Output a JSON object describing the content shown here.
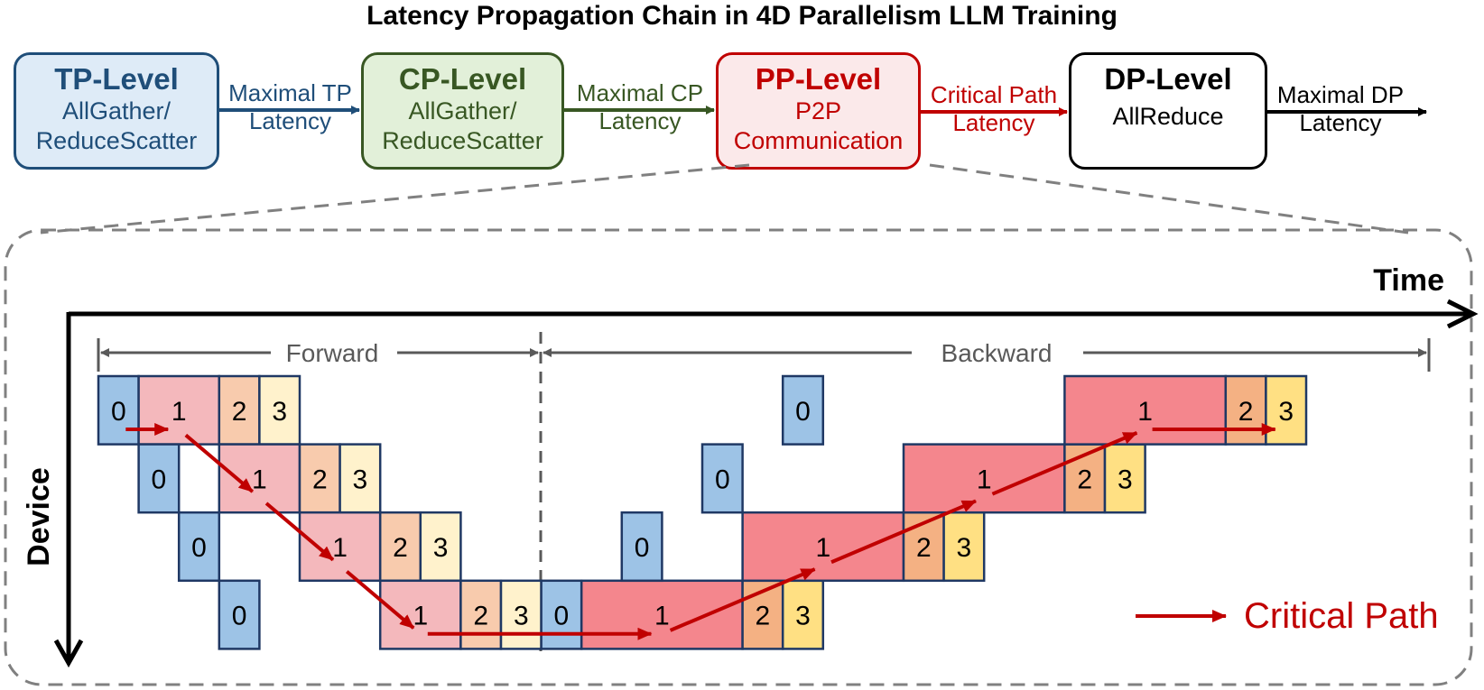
{
  "title": "Latency Propagation Chain in 4D Parallelism LLM Training",
  "levels": [
    {
      "head": "TP-Level",
      "body": "AllGather/\nReduceScatter",
      "color": "#1f4e79",
      "fill": "#deebf7"
    },
    {
      "head": "CP-Level",
      "body": "AllGather/\nReduceScatter",
      "color": "#385723",
      "fill": "#e2f0d9"
    },
    {
      "head": "PP-Level",
      "body": "P2P\nCommunication",
      "color": "#c00000",
      "fill": "#fbe9ea"
    },
    {
      "head": "DP-Level",
      "body": "AllReduce",
      "color": "#000000",
      "fill": "#ffffff"
    }
  ],
  "edges": [
    {
      "label": "Maximal TP\nLatency",
      "color": "#1f4e79"
    },
    {
      "label": "Maximal CP\nLatency",
      "color": "#385723"
    },
    {
      "label": "Critical Path\nLatency",
      "color": "#c00000"
    },
    {
      "label": "Maximal DP\nLatency",
      "color": "#000000"
    }
  ],
  "axes": {
    "time": "Time",
    "device": "Device"
  },
  "phases": {
    "forward": "Forward",
    "backward": "Backward"
  },
  "legend": {
    "label": "Critical Path",
    "color": "#c00000"
  },
  "pipeline": {
    "colors": {
      "f0": "#9dc3e6",
      "f1": "#f4b8bc",
      "f2": "#f8cbad",
      "f3": "#fff2cc",
      "b0": "#9dc3e6",
      "b1": "#f4868d",
      "b2": "#f4b183",
      "b3": "#ffe083"
    },
    "cells": [
      {
        "device": 0,
        "slot": 0.0,
        "width": 1,
        "label": "0",
        "kind": "f0"
      },
      {
        "device": 0,
        "slot": 1.0,
        "width": 2,
        "label": "1",
        "kind": "f1"
      },
      {
        "device": 0,
        "slot": 3.0,
        "width": 1,
        "label": "2",
        "kind": "f2"
      },
      {
        "device": 0,
        "slot": 4.0,
        "width": 1,
        "label": "3",
        "kind": "f3"
      },
      {
        "device": 1,
        "slot": 1.0,
        "width": 1,
        "label": "0",
        "kind": "f0"
      },
      {
        "device": 1,
        "slot": 3.0,
        "width": 2,
        "label": "1",
        "kind": "f1"
      },
      {
        "device": 1,
        "slot": 5.0,
        "width": 1,
        "label": "2",
        "kind": "f2"
      },
      {
        "device": 1,
        "slot": 6.0,
        "width": 1,
        "label": "3",
        "kind": "f3"
      },
      {
        "device": 2,
        "slot": 2.0,
        "width": 1,
        "label": "0",
        "kind": "f0"
      },
      {
        "device": 2,
        "slot": 5.0,
        "width": 2,
        "label": "1",
        "kind": "f1"
      },
      {
        "device": 2,
        "slot": 7.0,
        "width": 1,
        "label": "2",
        "kind": "f2"
      },
      {
        "device": 2,
        "slot": 8.0,
        "width": 1,
        "label": "3",
        "kind": "f3"
      },
      {
        "device": 3,
        "slot": 3.0,
        "width": 1,
        "label": "0",
        "kind": "f0"
      },
      {
        "device": 3,
        "slot": 7.0,
        "width": 2,
        "label": "1",
        "kind": "f1"
      },
      {
        "device": 3,
        "slot": 9.0,
        "width": 1,
        "label": "2",
        "kind": "f2"
      },
      {
        "device": 3,
        "slot": 10.0,
        "width": 1,
        "label": "3",
        "kind": "f3"
      },
      {
        "device": 3,
        "slot": 11.0,
        "width": 1,
        "label": "0",
        "kind": "b0"
      },
      {
        "device": 3,
        "slot": 12.0,
        "width": 4,
        "label": "1",
        "kind": "b1"
      },
      {
        "device": 3,
        "slot": 16.0,
        "width": 1,
        "label": "2",
        "kind": "b2"
      },
      {
        "device": 3,
        "slot": 17.0,
        "width": 1,
        "label": "3",
        "kind": "b3"
      },
      {
        "device": 2,
        "slot": 13.0,
        "width": 1,
        "label": "0",
        "kind": "b0"
      },
      {
        "device": 2,
        "slot": 16.0,
        "width": 4,
        "label": "1",
        "kind": "b1"
      },
      {
        "device": 2,
        "slot": 20.0,
        "width": 1,
        "label": "2",
        "kind": "b2"
      },
      {
        "device": 2,
        "slot": 21.0,
        "width": 1,
        "label": "3",
        "kind": "b3"
      },
      {
        "device": 1,
        "slot": 15.0,
        "width": 1,
        "label": "0",
        "kind": "b0"
      },
      {
        "device": 1,
        "slot": 20.0,
        "width": 4,
        "label": "1",
        "kind": "b1"
      },
      {
        "device": 1,
        "slot": 24.0,
        "width": 1,
        "label": "2",
        "kind": "b2"
      },
      {
        "device": 1,
        "slot": 25.0,
        "width": 1,
        "label": "3",
        "kind": "b3"
      },
      {
        "device": 0,
        "slot": 17.0,
        "width": 1,
        "label": "0",
        "kind": "b0"
      },
      {
        "device": 0,
        "slot": 24.0,
        "width": 4,
        "label": "1",
        "kind": "b1"
      },
      {
        "device": 0,
        "slot": 28.0,
        "width": 1,
        "label": "2",
        "kind": "b2"
      },
      {
        "device": 0,
        "slot": 29.0,
        "width": 1,
        "label": "3",
        "kind": "b3"
      }
    ],
    "critical_path": [
      [
        0,
        0.5
      ],
      [
        0,
        2.0
      ],
      [
        1,
        4.0
      ],
      [
        2,
        6.0
      ],
      [
        3,
        8.0
      ],
      [
        3,
        14.0
      ],
      [
        2,
        18.0
      ],
      [
        1,
        22.0
      ],
      [
        0,
        26.0
      ],
      [
        0,
        29.5
      ]
    ]
  }
}
